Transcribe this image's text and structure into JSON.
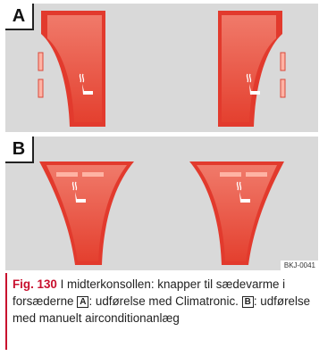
{
  "panels": [
    {
      "label": "A"
    },
    {
      "label": "B"
    }
  ],
  "ref_code": "BKJ-0041",
  "caption": {
    "fig_label": "Fig. 130",
    "text_1": " I midterkonsollen: knapper til sæde­varme i forsæderne ",
    "ref_a": "A",
    "text_2": ": udførelse med Clima­tronic. ",
    "ref_b": "B",
    "text_3": ": udførelse med manuelt aircondition­anlæg"
  },
  "icons": {
    "seat_heat": "heated-seat-icon"
  },
  "colors": {
    "panel_bg": "#d9d9d9",
    "console_red": "#e63b30",
    "console_face": "#ef6a5c",
    "accent": "#c8102e"
  }
}
